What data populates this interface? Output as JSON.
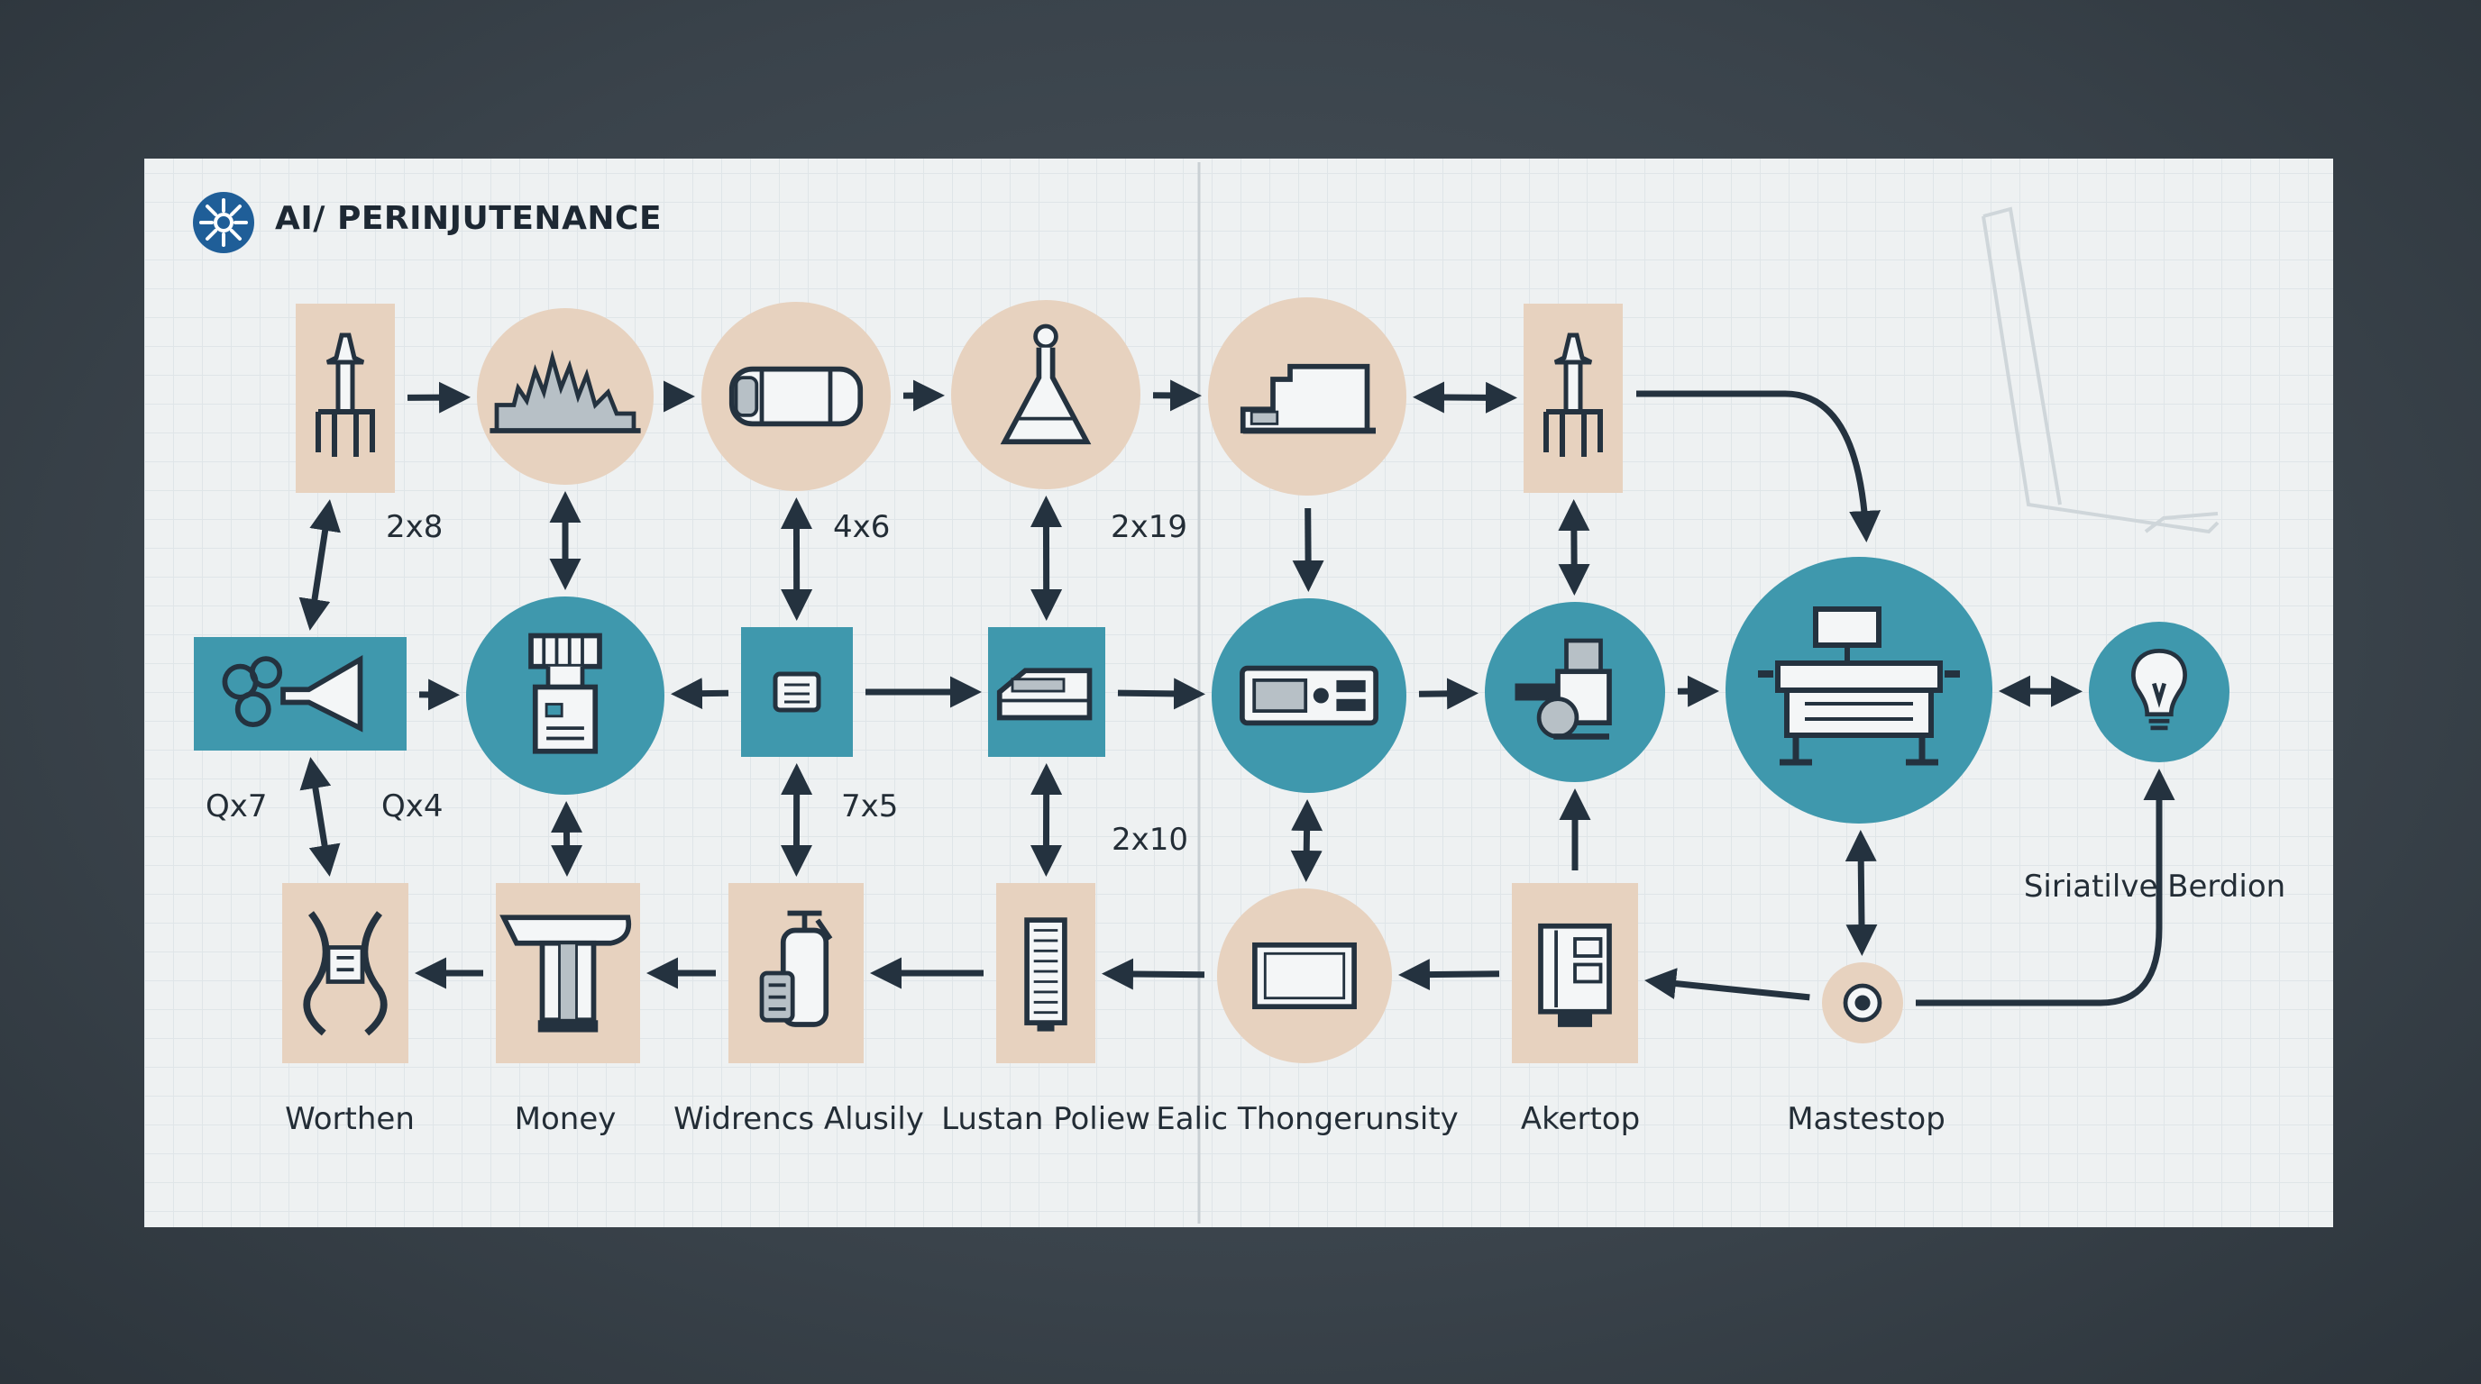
{
  "diagram": {
    "title": "AI/ PERINJUTENANCE",
    "colors": {
      "background": "#3a434b",
      "poster": "#eef1f2",
      "grid": "#dde3e6",
      "tan": "#e7d2bf",
      "teal": "#3f98ad",
      "ink": "#24323f",
      "logo": "#1f5e98"
    },
    "nodes": [
      {
        "id": "n1",
        "shape": "rect",
        "fill": "tan",
        "icon": "tool-holder-icon"
      },
      {
        "id": "n2",
        "shape": "circle",
        "fill": "tan",
        "icon": "city-skyline-icon"
      },
      {
        "id": "n3",
        "shape": "circle",
        "fill": "tan",
        "icon": "capsule-tank-icon"
      },
      {
        "id": "n4",
        "shape": "circle",
        "fill": "tan",
        "icon": "flask-icon"
      },
      {
        "id": "n5",
        "shape": "circle",
        "fill": "tan",
        "icon": "machine-block-icon"
      },
      {
        "id": "n6",
        "shape": "rect",
        "fill": "tan",
        "icon": "tool-holder-icon"
      },
      {
        "id": "n7",
        "shape": "rect",
        "fill": "teal",
        "icon": "gear-funnel-icon"
      },
      {
        "id": "n8",
        "shape": "circle",
        "fill": "teal",
        "icon": "dispenser-icon"
      },
      {
        "id": "n9",
        "shape": "rect",
        "fill": "teal",
        "icon": "document-icon"
      },
      {
        "id": "n10",
        "shape": "rect",
        "fill": "teal",
        "icon": "printer-icon"
      },
      {
        "id": "n11",
        "shape": "circle",
        "fill": "teal",
        "icon": "control-panel-icon"
      },
      {
        "id": "n12",
        "shape": "circle",
        "fill": "teal",
        "icon": "robot-arm-icon"
      },
      {
        "id": "n13",
        "shape": "circle",
        "fill": "teal",
        "icon": "industrial-machine-icon"
      },
      {
        "id": "n14",
        "shape": "circle",
        "fill": "teal",
        "icon": "lightbulb-icon"
      },
      {
        "id": "n15",
        "shape": "rect",
        "fill": "tan",
        "icon": "clamp-icon"
      },
      {
        "id": "n16",
        "shape": "rect",
        "fill": "tan",
        "icon": "roller-press-icon"
      },
      {
        "id": "n17",
        "shape": "rect",
        "fill": "tan",
        "icon": "extinguisher-icon"
      },
      {
        "id": "n18",
        "shape": "rect",
        "fill": "tan",
        "icon": "server-rack-icon"
      },
      {
        "id": "n19",
        "shape": "circle",
        "fill": "tan",
        "icon": "monitor-frame-icon"
      },
      {
        "id": "n20",
        "shape": "rect",
        "fill": "tan",
        "icon": "cabinet-icon"
      },
      {
        "id": "n21",
        "shape": "circle",
        "fill": "tan",
        "icon": "target-dot-icon"
      }
    ],
    "edges": [
      {
        "from": "n1",
        "to": "n2",
        "dir": "forward"
      },
      {
        "from": "n2",
        "to": "n3",
        "dir": "forward"
      },
      {
        "from": "n3",
        "to": "n4",
        "dir": "forward"
      },
      {
        "from": "n4",
        "to": "n5",
        "dir": "forward"
      },
      {
        "from": "n5",
        "to": "n6",
        "dir": "both"
      },
      {
        "from": "n6",
        "to": "n13",
        "dir": "forward"
      },
      {
        "from": "n7",
        "to": "n1",
        "dir": "both"
      },
      {
        "from": "n2",
        "to": "n8",
        "dir": "both"
      },
      {
        "from": "n3",
        "to": "n9",
        "dir": "both"
      },
      {
        "from": "n4",
        "to": "n10",
        "dir": "both"
      },
      {
        "from": "n5",
        "to": "n11",
        "dir": "forward"
      },
      {
        "from": "n6",
        "to": "n12",
        "dir": "both"
      },
      {
        "from": "n7",
        "to": "n8",
        "dir": "forward"
      },
      {
        "from": "n9",
        "to": "n8",
        "dir": "forward"
      },
      {
        "from": "n9",
        "to": "n10",
        "dir": "forward"
      },
      {
        "from": "n10",
        "to": "n11",
        "dir": "forward"
      },
      {
        "from": "n11",
        "to": "n12",
        "dir": "forward"
      },
      {
        "from": "n12",
        "to": "n13",
        "dir": "forward"
      },
      {
        "from": "n13",
        "to": "n14",
        "dir": "both"
      },
      {
        "from": "n15",
        "to": "n7",
        "dir": "both"
      },
      {
        "from": "n8",
        "to": "n16",
        "dir": "both"
      },
      {
        "from": "n9",
        "to": "n17",
        "dir": "both"
      },
      {
        "from": "n10",
        "to": "n18",
        "dir": "both"
      },
      {
        "from": "n11",
        "to": "n19",
        "dir": "both"
      },
      {
        "from": "n20",
        "to": "n12",
        "dir": "forward"
      },
      {
        "from": "n13",
        "to": "n21",
        "dir": "both"
      },
      {
        "from": "n21",
        "to": "n14",
        "dir": "forward"
      },
      {
        "from": "n16",
        "to": "n15",
        "dir": "forward"
      },
      {
        "from": "n17",
        "to": "n16",
        "dir": "forward"
      },
      {
        "from": "n18",
        "to": "n17",
        "dir": "forward"
      },
      {
        "from": "n19",
        "to": "n18",
        "dir": "forward"
      },
      {
        "from": "n20",
        "to": "n19",
        "dir": "forward"
      },
      {
        "from": "n21",
        "to": "n20",
        "dir": "forward"
      }
    ],
    "multipliers": [
      {
        "id": "m1",
        "text": "2x8"
      },
      {
        "id": "m2",
        "text": "4x6"
      },
      {
        "id": "m3",
        "text": "2x19"
      },
      {
        "id": "m4",
        "text": "Qx7"
      },
      {
        "id": "m5",
        "text": "Qx4"
      },
      {
        "id": "m6",
        "text": "7x5"
      },
      {
        "id": "m7",
        "text": "2x10"
      }
    ],
    "labels": [
      {
        "id": "l1",
        "text": "Worthen"
      },
      {
        "id": "l2",
        "text": "Money"
      },
      {
        "id": "l3",
        "text": "Widrencs Alusily"
      },
      {
        "id": "l4",
        "text": "Lustan Poliew"
      },
      {
        "id": "l5",
        "text": "Ealic Thongerunsity"
      },
      {
        "id": "l6",
        "text": "Akertop"
      },
      {
        "id": "l7",
        "text": "Mastestop"
      },
      {
        "id": "l8",
        "text": "Siriatilve Berdion"
      }
    ]
  }
}
